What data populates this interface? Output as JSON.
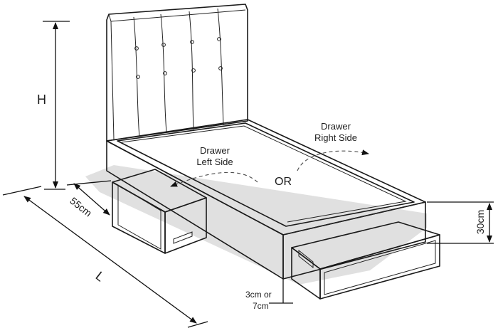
{
  "labels": {
    "height": "H",
    "length": "L",
    "drawer_depth": "55cm",
    "drawer_height": "30cm",
    "clearance_line1": "3cm or",
    "clearance_line2": "7cm",
    "drawer_left_line1": "Drawer",
    "drawer_left_line2": "Left Side",
    "drawer_right_line1": "Drawer",
    "drawer_right_line2": "Right Side",
    "or": "OR"
  },
  "colors": {
    "line": "#1a1a1a",
    "mattress": "#f2f2f2",
    "shadow": "#c7c7c7",
    "headboard": "#ffffff"
  },
  "icons": {
    "dimension_arrow": "arrowhead",
    "rotation_arrow": "curved-dashed-arrow"
  }
}
